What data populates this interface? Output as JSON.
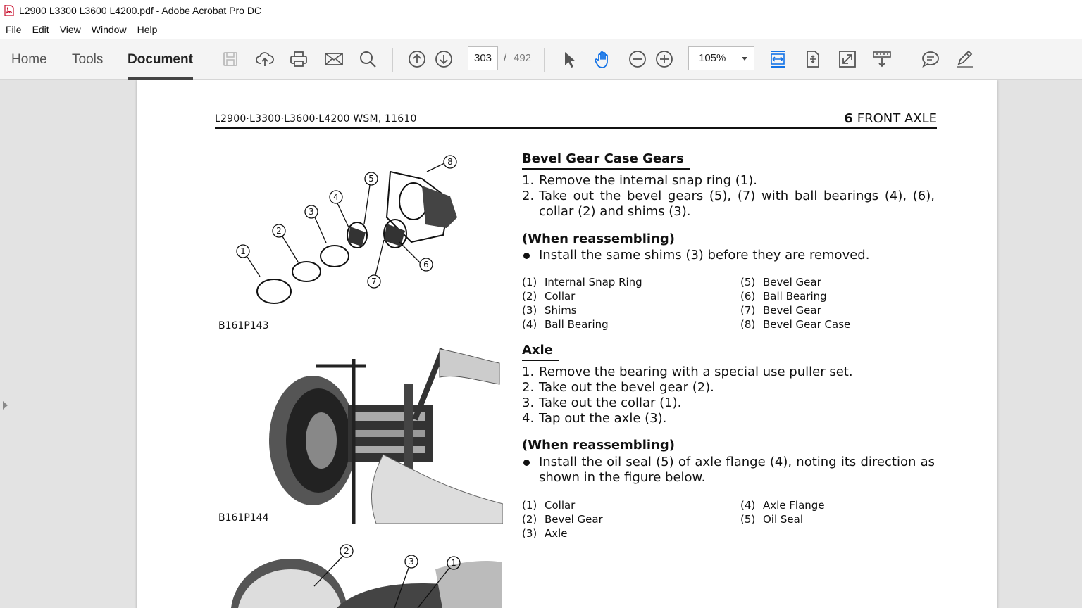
{
  "window": {
    "title": "L2900 L3300 L3600 L4200.pdf - Adobe Acrobat Pro DC"
  },
  "menu": [
    "File",
    "Edit",
    "View",
    "Window",
    "Help"
  ],
  "tabs": {
    "home": "Home",
    "tools": "Tools",
    "document": "Document"
  },
  "navigation": {
    "current_page": "303",
    "slash": "/",
    "total_pages": "492"
  },
  "zoom": {
    "value": "105%"
  },
  "icons": {
    "save": "save-icon",
    "upload": "cloud-upload-icon",
    "print": "printer-icon",
    "email": "mail-icon",
    "search": "search-icon",
    "prev": "arrow-up-circle-icon",
    "next": "arrow-down-circle-icon",
    "select": "cursor-arrow-icon",
    "hand": "hand-icon",
    "zoom_out": "minus-circle-icon",
    "zoom_in": "plus-circle-icon",
    "fit_width": "fit-width-icon",
    "fit_page": "fit-page-icon",
    "full_screen": "full-screen-icon",
    "scroll_mode": "scroll-mode-icon",
    "comment": "comment-icon",
    "draw": "pen-icon"
  },
  "colors": {
    "accent_blue": "#1473e6",
    "toolbar_bg": "#f4f4f4",
    "viewer_bg": "#e3e3e3"
  },
  "page": {
    "header_left": "L2900·L3300·L3600·L4200   WSM, 11610",
    "header_num": "6",
    "header_title": "FRONT AXLE",
    "section1": {
      "title": "Bevel Gear Case Gears",
      "steps": [
        {
          "num": "1.",
          "text": "Remove the internal snap ring (1)."
        },
        {
          "num": "2.",
          "text": "Take out the bevel gears (5), (7) with ball bearings (4), (6), collar (2) and shims (3)."
        }
      ],
      "reassembling": "(When reassembling)",
      "bullet": "Install the same shims (3) before they are removed.",
      "legend": [
        {
          "n": "(1)",
          "t": "Internal Snap Ring"
        },
        {
          "n": "(2)",
          "t": "Collar"
        },
        {
          "n": "(3)",
          "t": "Shims"
        },
        {
          "n": "(4)",
          "t": "Ball Bearing"
        },
        {
          "n": "(5)",
          "t": "Bevel Gear"
        },
        {
          "n": "(6)",
          "t": "Ball Bearing"
        },
        {
          "n": "(7)",
          "t": "Bevel Gear"
        },
        {
          "n": "(8)",
          "t": "Bevel Gear Case"
        }
      ],
      "figure_label": "B161P143",
      "callouts": [
        "1",
        "2",
        "3",
        "4",
        "5",
        "6",
        "7",
        "8"
      ]
    },
    "section2": {
      "title": "Axle",
      "steps": [
        {
          "num": "1.",
          "text": "Remove the bearing with a special use puller set."
        },
        {
          "num": "2.",
          "text": "Take out the bevel gear (2)."
        },
        {
          "num": "3.",
          "text": "Take out the collar (1)."
        },
        {
          "num": "4.",
          "text": "Tap out the axle (3)."
        }
      ],
      "reassembling": "(When reassembling)",
      "bullet": "Install the oil seal (5) of axle flange (4), noting its direction as shown in the figure below.",
      "legend": [
        {
          "n": "(1)",
          "t": "Collar"
        },
        {
          "n": "(2)",
          "t": "Bevel Gear"
        },
        {
          "n": "(3)",
          "t": "Axle"
        },
        {
          "n": "(4)",
          "t": "Axle Flange"
        },
        {
          "n": "(5)",
          "t": "Oil Seal"
        }
      ],
      "figure_label": "B161P144"
    },
    "figure3_callouts": [
      "2",
      "3",
      "1"
    ]
  }
}
